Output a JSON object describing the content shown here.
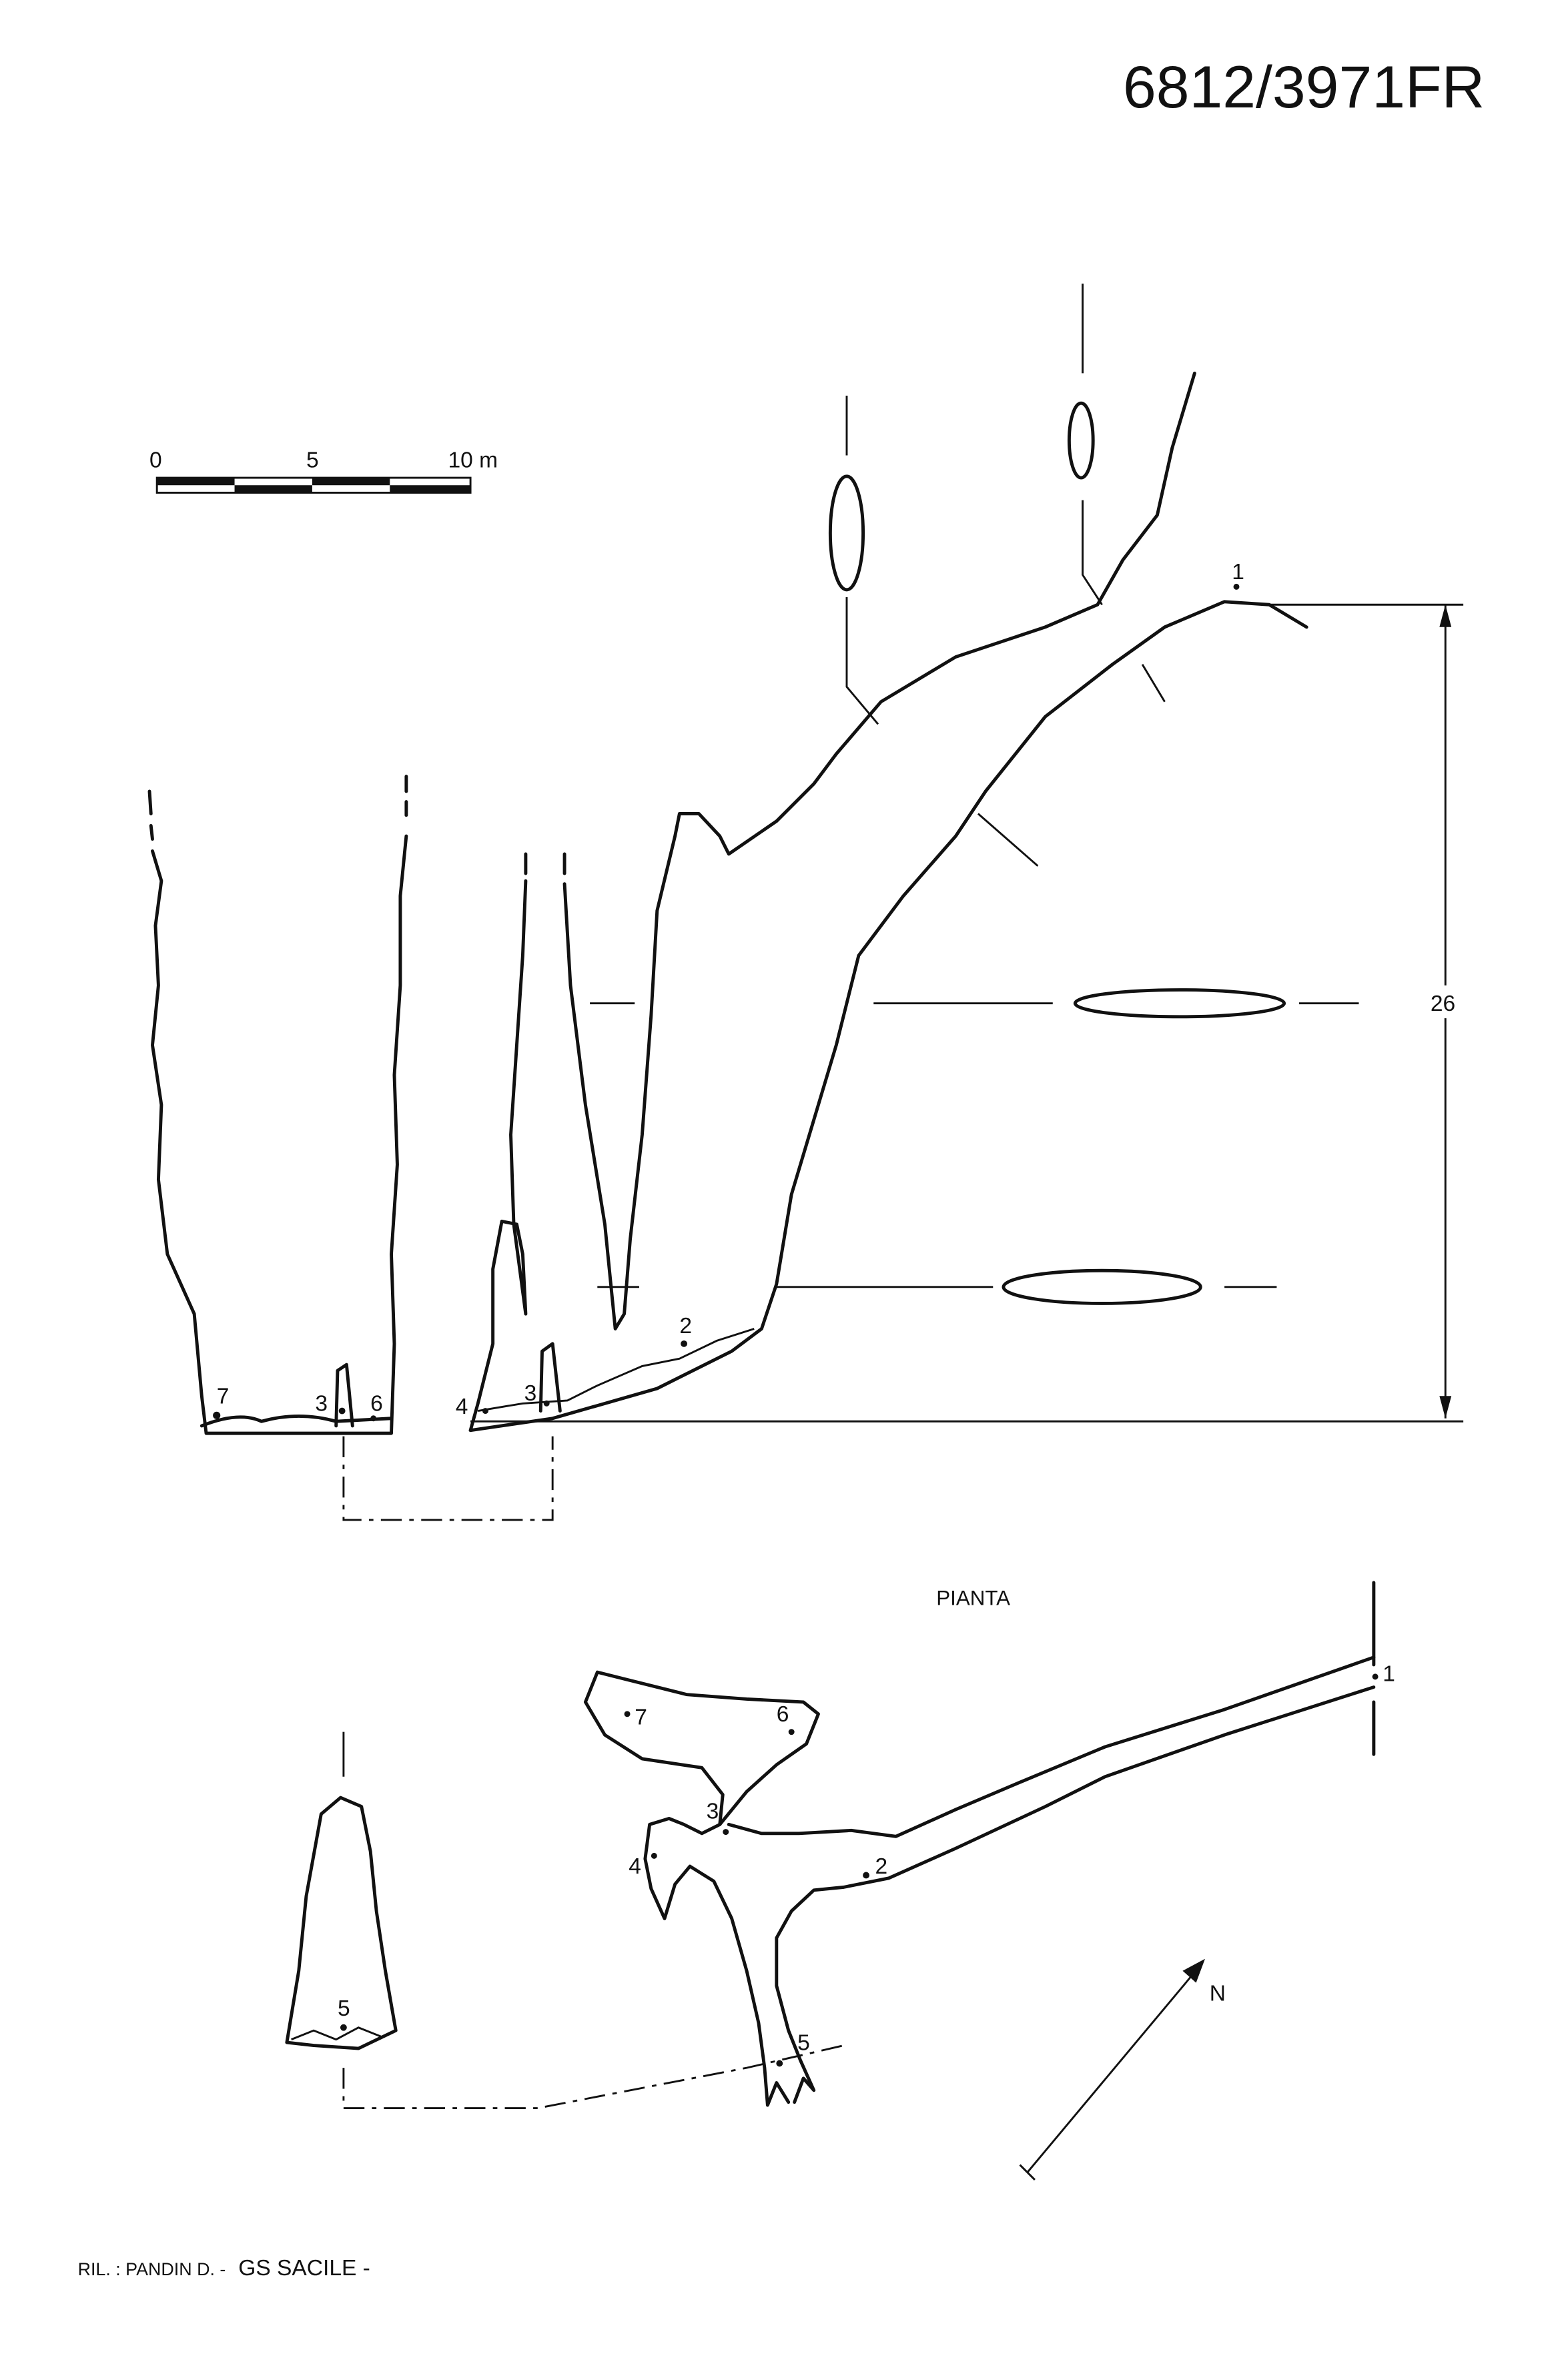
{
  "title": "6812/3971FR",
  "scale_bar": {
    "labels": [
      "0",
      "5",
      "10 m"
    ]
  },
  "section": {
    "height_label": "26",
    "stations": [
      "1",
      "2",
      "3",
      "3",
      "4",
      "6",
      "7"
    ]
  },
  "plan": {
    "label": "PIANTA",
    "stations": [
      "1",
      "2",
      "3",
      "4",
      "5",
      "6",
      "7"
    ],
    "isolated_section_station": "5",
    "north_label": "N"
  },
  "credits": {
    "surveyor": "RIL. : PANDIN D. -",
    "group": "GS SACILE -"
  }
}
